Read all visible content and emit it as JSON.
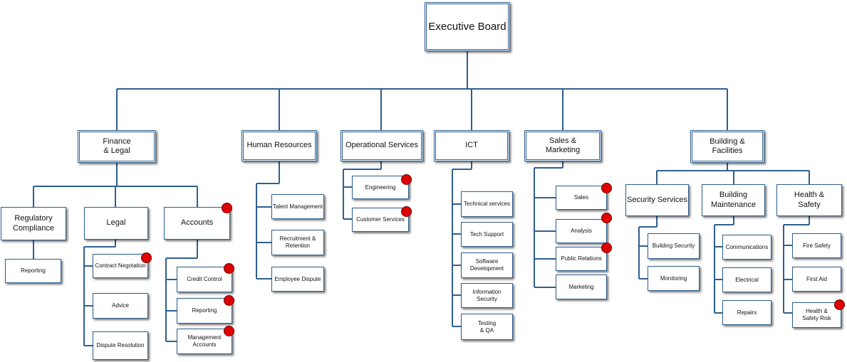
{
  "colors": {
    "line": "#2e5f8f",
    "flag": "#e00000"
  },
  "root": "Executive Board",
  "departments": {
    "finance": "Finance\n& Legal",
    "hr": "Human Resources",
    "ops": "Operational Services",
    "ict": "ICT",
    "sales": "Sales &\nMarketing",
    "building": "Building &\nFacilities"
  },
  "finance": {
    "regulatory": "Regulatory\nCompliance",
    "legal": "Legal",
    "accounts": "Accounts",
    "reporting": "Reporting",
    "contract": "Contract Negotation",
    "advice": "Advice",
    "dispute": "Dispute Resolution",
    "credit": "Credit Control",
    "acc_reporting": "Reporting",
    "management": "Management Accounts"
  },
  "hr": {
    "talent": "Talent Management",
    "recruitment": "Recruitment &\nRetention",
    "employee": "Employee Dispute"
  },
  "ops": {
    "engineering": "Engineering",
    "customer": "Customer Services"
  },
  "ict": {
    "technical": "Technical services",
    "support": "Tech Support",
    "software": "Software\nDevelopment",
    "infosec": "Information Security",
    "testing": "Testing\n& QA"
  },
  "sales": {
    "sales": "Sales",
    "analysis": "Analysis",
    "pr": "Public Relations",
    "marketing": "Marketing"
  },
  "building": {
    "security": "Security Services",
    "maintenance": "Building\nMaintenance",
    "health": "Health &\nSafety",
    "building_security": "Building Security",
    "monitoring": "Monitoring",
    "communications": "Communications",
    "electrical": "Electrical",
    "repairs": "Repairs",
    "fire": "Fire Safety",
    "first_aid": "First Aid",
    "risk": "Health &\nSafety Risk"
  }
}
